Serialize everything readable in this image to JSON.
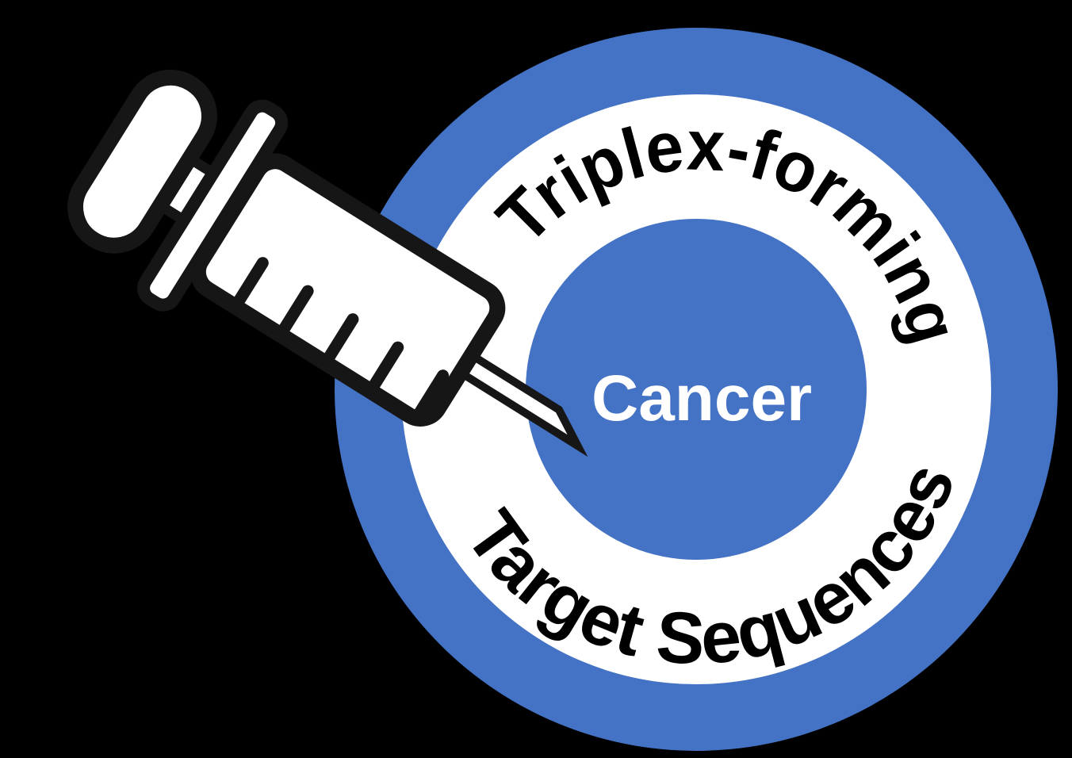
{
  "logo": {
    "center_label": "Cancer",
    "top_arc_text": "Triplex-forming",
    "bottom_arc_text": "Target Sequences",
    "colors": {
      "background": "#000000",
      "ring_blue": "#4472C4",
      "ring_white": "#FFFFFF",
      "arc_text": "#000000",
      "center_label_color": "#FFFFFF",
      "syringe_fill": "#FFFFFF",
      "syringe_outline": "#161616"
    },
    "syringe": {
      "graduation_ticks": 5,
      "orientation_deg": 32
    }
  }
}
